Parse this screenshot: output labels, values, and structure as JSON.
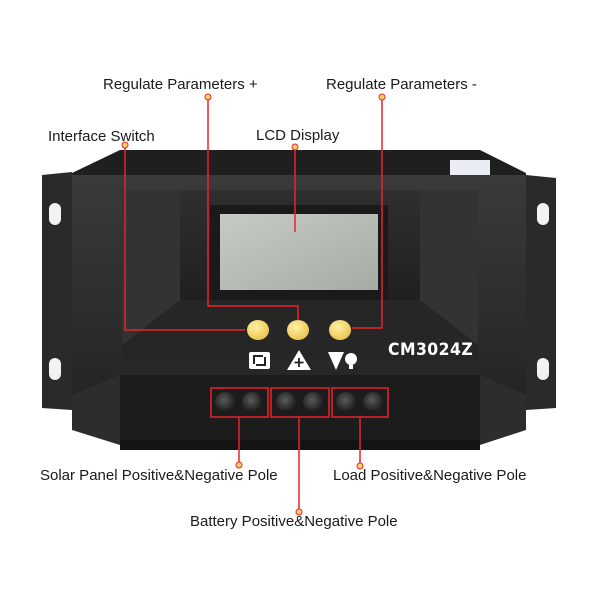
{
  "product": {
    "model": "CM3024Z",
    "body_color": "#2b2b2b",
    "accent_color": "#e8232a",
    "button_color": "#f4d25b",
    "lcd_color": "#b8bdb7"
  },
  "callouts": {
    "regulate_plus": "Regulate Parameters +",
    "regulate_minus": "Regulate Parameters -",
    "interface_switch": "Interface Switch",
    "lcd_display": "LCD Display",
    "solar_panel": "Solar Panel Positive&Negative Pole",
    "load": "Load Positive&Negative Pole",
    "battery": "Battery Positive&Negative Pole"
  },
  "icons": {
    "switch": "cycle-arrows-icon",
    "plus": "triangle-plus-icon",
    "minus": "triangle-minus-bulb-icon"
  }
}
